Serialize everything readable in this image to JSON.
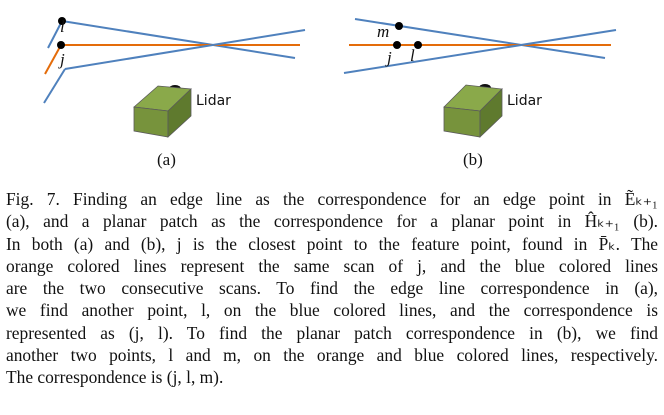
{
  "figure": {
    "panels": [
      {
        "id": "a",
        "label": "(a)",
        "point_labels": [
          "l",
          "j"
        ],
        "lidar_label": "Lidar"
      },
      {
        "id": "b",
        "label": "(b)",
        "point_labels": [
          "m",
          "j",
          "l"
        ],
        "lidar_label": "Lidar"
      }
    ],
    "colors": {
      "orange_line": "#E46C0A",
      "blue_line": "#4F81BD",
      "lidar_front": "#77933C",
      "lidar_top": "#8AA94A",
      "lidar_side": "#5F7A2E",
      "point": "#000000"
    }
  },
  "caption": {
    "lines": [
      "Fig. 7.   Finding an edge line as the correspondence for an edge point in Ẽₖ₊₁",
      "(a), and a planar patch as the correspondence for a planar point in Ĥₖ₊₁ (b).",
      "In both (a) and (b), j is the closest point to the feature point, found in P̄ₖ. The",
      "orange colored lines represent the same scan of j, and the blue colored lines",
      "are the two consecutive scans. To find the edge line correspondence in (a),",
      "we find another point, l, on the blue colored lines, and the correspondence is",
      "represented as (j, l). To find the planar patch correspondence in (b), we find",
      "another two points, l and m, on the orange and blue colored lines, respectively.",
      "The correspondence is (j, l, m)."
    ]
  }
}
